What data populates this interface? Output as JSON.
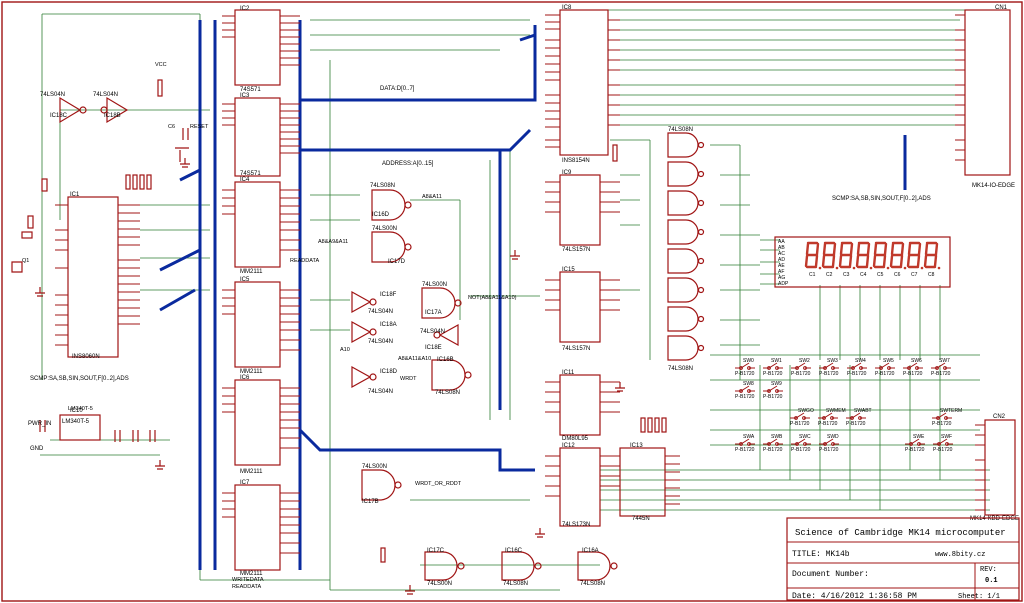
{
  "chips": {
    "ic1": "IC1",
    "ic1_type": "INS8060N",
    "ic2": "IC2",
    "ic2_type": "74S571",
    "ic3": "IC3",
    "ic3_type": "74S571",
    "ic4": "IC4",
    "ic4_type": "MM2111",
    "ic5": "IC5",
    "ic5_type": "MM2111",
    "ic6": "IC6",
    "ic6_type": "MM2111",
    "ic7": "IC7",
    "ic7_type": "MM2111",
    "ic8": "IC8",
    "ic8_type": "INS8154N",
    "ic9": "IC9",
    "ic9_type": "74LS157N",
    "ic10": "IC10",
    "ic10_type": "LM340T-5",
    "ic11": "IC11",
    "ic11_type": "DM80L95",
    "ic12": "IC12",
    "ic12_type": "74LS173N",
    "ic13": "IC13",
    "ic13_type": "7445N",
    "ic15": "IC15",
    "ic15_type": "74LS157N",
    "cn1": "CN1",
    "cn1_type": "MK14-IO-EDGE",
    "cn2": "CN2",
    "cn2_type": "MK14-KBD-EDGE"
  },
  "gates": {
    "g1": "74LS04N",
    "g2": "IC18C",
    "g3": "74LS04N",
    "g4": "IC18B",
    "g5": "74LS08N",
    "g6": "IC16D",
    "g7": "74LS00N",
    "g8": "IC17D",
    "g9": "IC18F",
    "g10": "74LS04N",
    "g11": "IC18A",
    "g12": "74LS04N",
    "g13": "74LS00N",
    "g14": "IC17A",
    "g15": "74LS04N",
    "g16": "IC18E",
    "g17": "IC16B",
    "g18": "74LS08N",
    "g19": "IC18D",
    "g20": "74LS04N",
    "g21": "74LS00N",
    "g22": "IC17B",
    "g23": "IC17C",
    "g24": "74LS00N",
    "g25": "IC16C",
    "g26": "74LS08N",
    "g27": "IC16A",
    "g28": "74LS08N",
    "g29": "74LS08N",
    "g30": "74LS08N"
  },
  "nets": {
    "data_bus": "DATA:D[0..7]",
    "address_bus": "ADDRESS:A[0..15]",
    "a8a11": "A8&A11",
    "a8a9a10": "A8&A9&A11",
    "readdata": "READDATA",
    "a8a11a10": "NOT(A8&A11&A10)",
    "a10": "A10",
    "a8a11a10b": "A8&A11&A10",
    "wrdt": "WRDT",
    "wrdt_or_rdt": "WRDT_OR_RDDT",
    "writedata": "WRITEDATA",
    "readdata2": "READDATA",
    "scmp_left": "SCMP:SA,SB,SIN,SOUT,F[0..2],ADS",
    "scmp_right": "SCMP:SA,SB,SIN,SOUT,F[0..2],ADS",
    "pwr_in": "PWR_IN",
    "gnd": "GND",
    "reg": "LM340T-5",
    "xtal": "Q1",
    "vcc": "VCC",
    "c6": "C6",
    "reset": "RESET"
  },
  "display": {
    "digits": 8,
    "segment_color": "#c0392b",
    "segment_labels": [
      "AA",
      "AB",
      "AC",
      "AD",
      "AE",
      "AF",
      "AG",
      "ADP"
    ],
    "digit_labels": [
      "C1",
      "C2",
      "C3",
      "C4",
      "C5",
      "C6",
      "C7",
      "C8"
    ]
  },
  "switches": {
    "row1": [
      "SW0",
      "SW1",
      "SW2",
      "SW3",
      "SW4",
      "SW5",
      "SW6",
      "SW7"
    ],
    "row2": [
      "SW8",
      "SW9"
    ],
    "row3": [
      "SWGO",
      "SWMEM",
      "SWABT",
      "SWTERM"
    ],
    "row4": [
      "SWA",
      "SWB",
      "SWC",
      "SWD",
      "SWE",
      "SWF"
    ],
    "part": "P-B1720"
  },
  "title_block": {
    "heading": "Science of Cambridge MK14 microcomputer",
    "title": "TITLE:  MK14b",
    "site": "www.8bity.cz",
    "document_number": "Document Number:",
    "rev_label": "REV:",
    "rev": "0.1",
    "date": "Date: 4/16/2012 1:36:58 PM",
    "sheet": "Sheet: 1/1"
  }
}
